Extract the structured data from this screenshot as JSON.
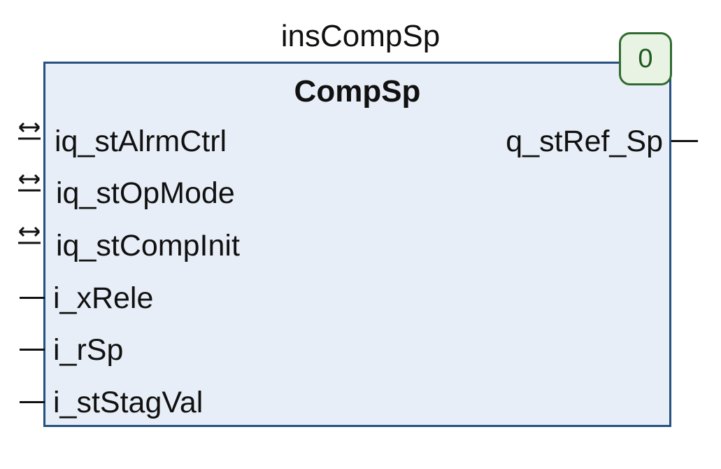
{
  "instance_name": "insCompSp",
  "block_type": "CompSp",
  "exec_order": "0",
  "inout_pins": [
    {
      "name": "iq_stAlrmCtrl"
    },
    {
      "name": "iq_stOpMode"
    },
    {
      "name": "iq_stCompInit"
    }
  ],
  "input_pins": [
    {
      "name": "i_xRele"
    },
    {
      "name": "i_rSp"
    },
    {
      "name": "i_stStagVal"
    }
  ],
  "output_pins": [
    {
      "name": "q_stRef_Sp"
    }
  ],
  "colors": {
    "block_fill": "#e8eef7",
    "block_border": "#25507f",
    "badge_border": "#2f6b2f"
  }
}
